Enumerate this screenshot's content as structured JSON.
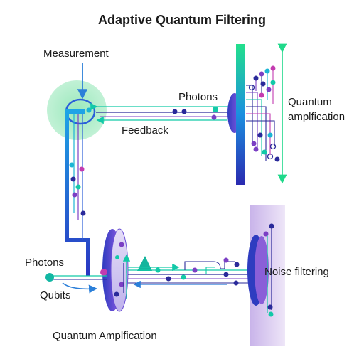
{
  "title": "Adaptive Quantum Filtering",
  "labels": {
    "measurement": "Measurement",
    "photons_top": "Photons",
    "feedback": "Feedback",
    "quantum_amplification_right_line1": "Quantum",
    "quantum_amplification_right_line2": "amplfication",
    "photons_left": "Photons",
    "qubits": "Qubits",
    "quantum_amplification_bottom": "Quantum Amplfication",
    "noise_filtering": "Noise filtering"
  },
  "colors": {
    "blue": "#2b5fd9",
    "navy": "#2a2a9a",
    "purple": "#7b3fc4",
    "magenta": "#c33bb0",
    "teal": "#12c9a8",
    "cyan": "#1bb5d4",
    "green": "#1fd98a",
    "halo": "#8fe6b4",
    "noise_panel": "#d9c7ee"
  }
}
